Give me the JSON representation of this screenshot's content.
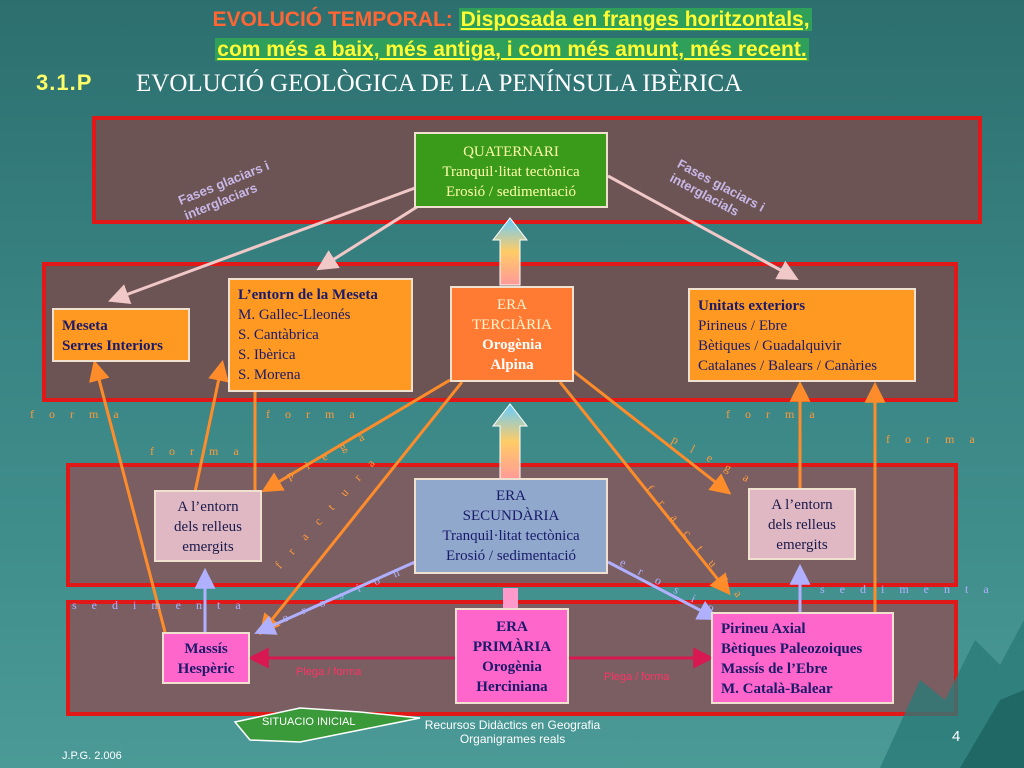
{
  "header": {
    "line1_prefix": "EVOLUCIÓ TEMPORAL:",
    "line1_rest": "Disposada en franges horitzontals,",
    "line2": "com més a baix, més antiga, i com més amunt,  més recent.",
    "section_number": "3.1.P",
    "title": "EVOLUCIÓ GEOLÒGICA DE LA PENÍNSULA IBÈRICA"
  },
  "boxes": {
    "quaternari": [
      "QUATERNARI",
      "Tranquil·litat tectònica",
      "Erosió / sedimentació"
    ],
    "meseta": [
      "Meseta",
      "Serres Interiors"
    ],
    "entorn_meseta": [
      "L’entorn de la Meseta",
      "M. Gallec-Lleonés",
      "S. Cantàbrica",
      "S. Ibèrica",
      "S. Morena"
    ],
    "terciaria": [
      "ERA",
      "TERCIÀRIA",
      "Orogènia",
      "Alpina"
    ],
    "unitats_exteriors": [
      "Unitats exteriors",
      "Pirineus / Ebre",
      "Bètiques / Guadalquivir",
      "Catalanes / Balears / Canàries"
    ],
    "entorn_left": [
      "A l’entorn",
      "dels relleus",
      "emergits"
    ],
    "secundaria": [
      "ERA",
      "SECUNDÀRIA",
      "Tranquil·litat tectònica",
      "Erosió / sedimentació"
    ],
    "entorn_right": [
      "A l’entorn",
      "dels relleus",
      "emergits"
    ],
    "massis": [
      "Massís",
      "Hespèric"
    ],
    "primaria": [
      "ERA",
      "PRIMÀRIA",
      "Orogènia",
      "Herciniana"
    ],
    "pirineu": [
      "Pirineu Axial",
      "Bètiques Paleozoiques",
      "Massís de l’Ebre",
      "M. Català-Balear"
    ]
  },
  "labels": {
    "glaciars_left": "Fases glaciars i interglaciars",
    "glaciars_right": "Fases glaciars i interglacials",
    "forma": "f o r m a",
    "plega": "p l e g a",
    "fractura": "f r a c t u r a",
    "erosiona": "e r o s i o n a",
    "sedimenta": "s e d i m e n t a",
    "plega_forma": "Plega / forma"
  },
  "footer": {
    "situacio": "SITUACIO INICIAL",
    "credits_line1": "Recursos Didàctics en Geografia",
    "credits_line2": "Organigrames reals",
    "page": "4",
    "author": "J.P.G.  2.006"
  },
  "colors": {
    "band_border": "#e01818",
    "quaternari": "#3a9a1a",
    "terciaria": "#ff7a33",
    "secundaria": "#8fa8cc",
    "primaria": "#ff66cc",
    "light_box": "#e0b8c4",
    "orange_box": "#ff9922"
  }
}
